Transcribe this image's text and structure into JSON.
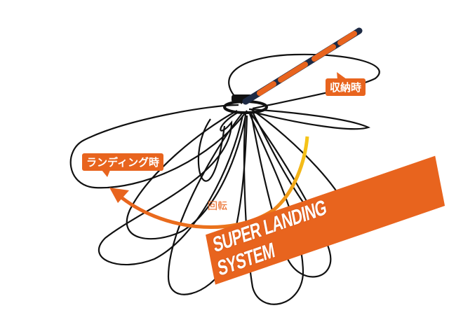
{
  "labels": {
    "stored": "収納時",
    "landing": "ランディング時",
    "rotation": "回転",
    "banner": "SUPER LANDING SYSTEM"
  },
  "colors": {
    "accent": "#e8641e",
    "rotation_end": "#f5c518",
    "wire": "#111111",
    "handle_dark": "#1e2a44"
  }
}
